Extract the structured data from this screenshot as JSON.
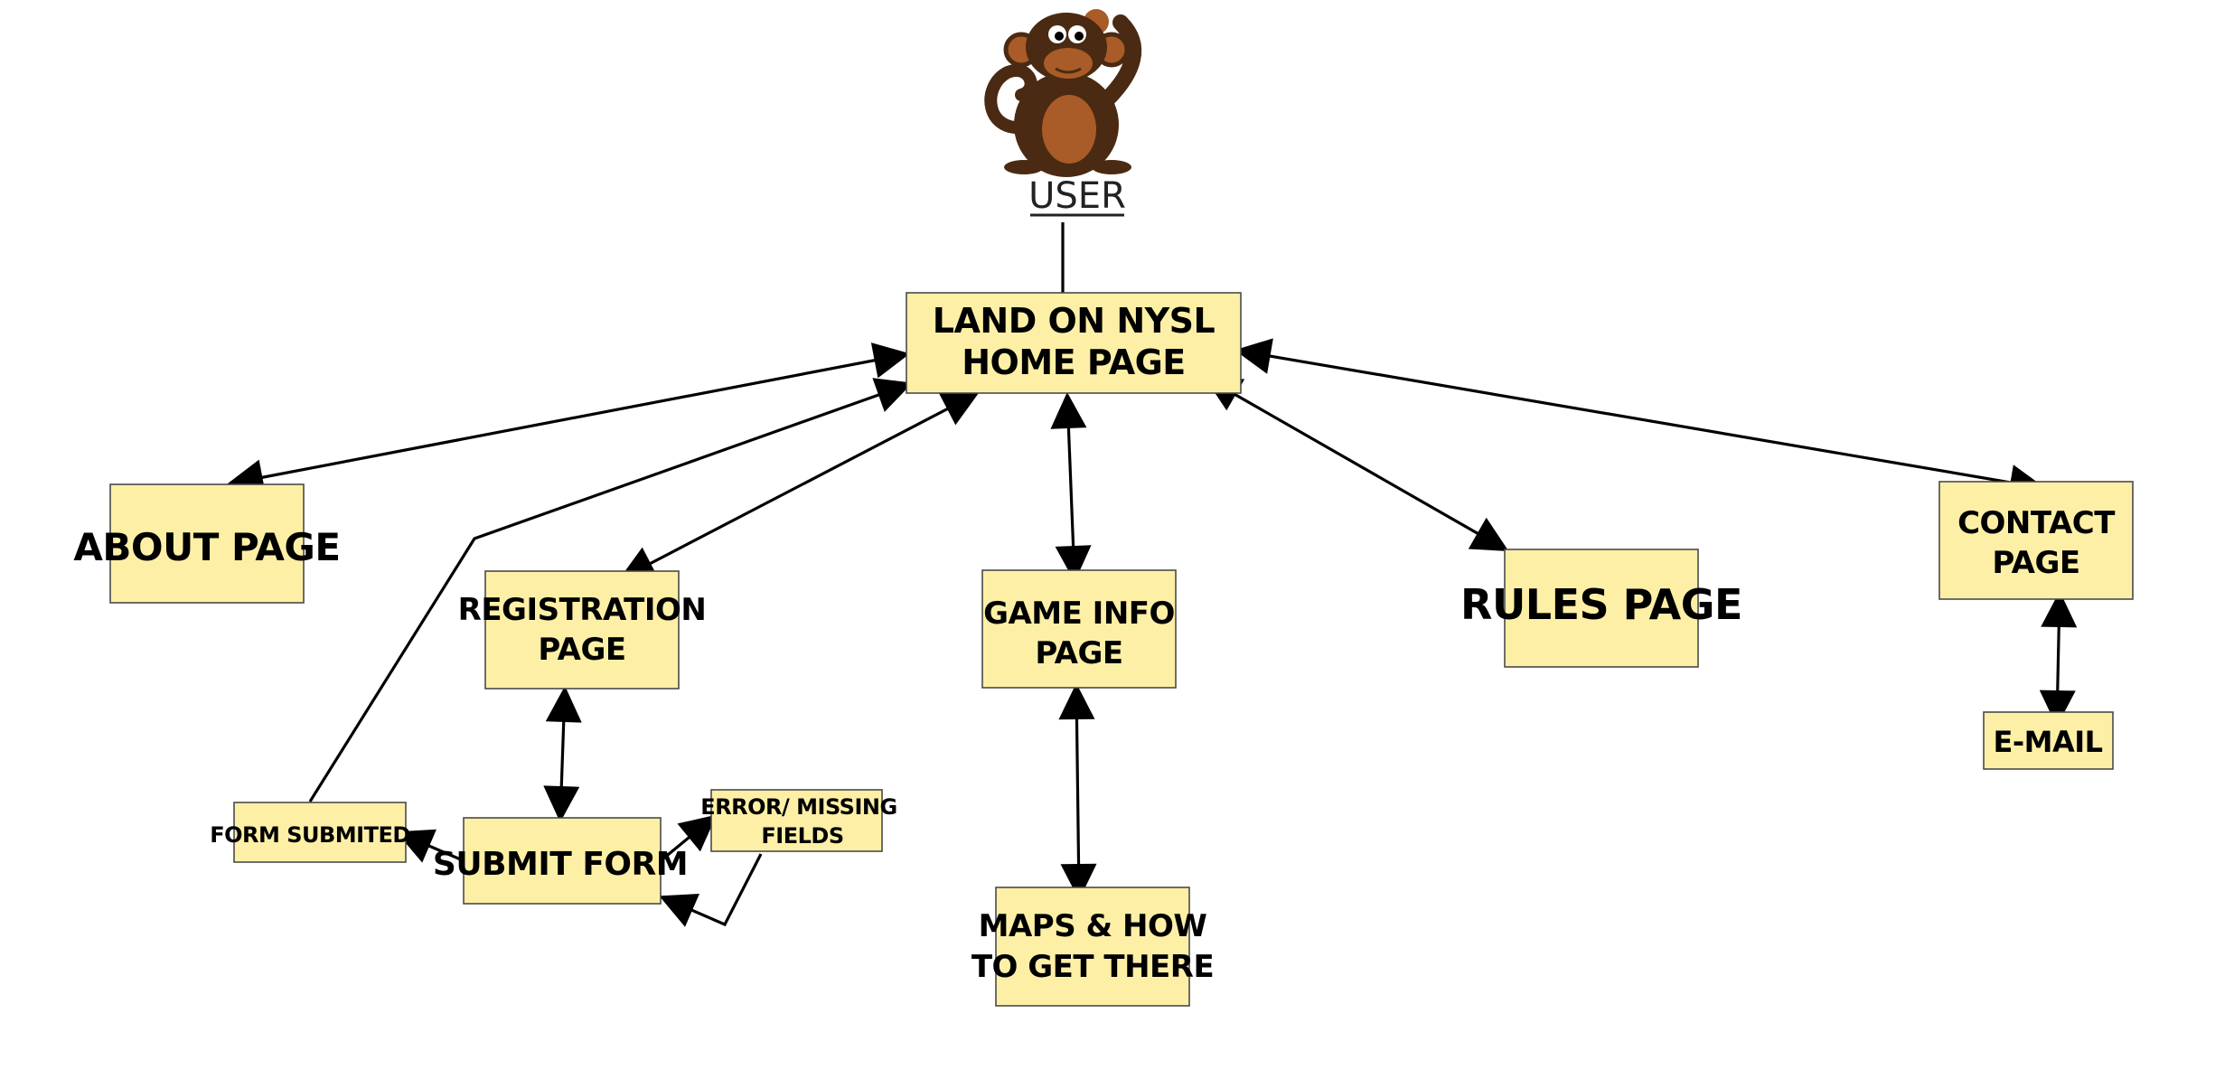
{
  "user": {
    "label": "USER",
    "icon": "monkey-icon"
  },
  "nodes": {
    "home": {
      "line1": "LAND ON NYSL",
      "line2": "HOME PAGE"
    },
    "about": {
      "line1": "ABOUT PAGE"
    },
    "registration": {
      "line1": "REGISTRATION",
      "line2": "PAGE"
    },
    "game_info": {
      "line1": "GAME INFO",
      "line2": "PAGE"
    },
    "rules": {
      "line1": "RULES PAGE"
    },
    "contact": {
      "line1": "CONTACT",
      "line2": "PAGE"
    },
    "email": {
      "line1": "E-MAIL"
    },
    "form_submitted": {
      "line1": "FORM SUBMITED"
    },
    "submit_form": {
      "line1": "SUBMIT FORM"
    },
    "error_fields": {
      "line1": "ERROR/ MISSING",
      "line2": "FIELDS"
    },
    "maps": {
      "line1": "MAPS & HOW",
      "line2": "TO GET THERE"
    }
  },
  "colors": {
    "box_fill": "#fdf0a6",
    "box_border": "#4a4a4a",
    "line": "#000000",
    "monkey_fur": "#4a2a12",
    "monkey_skin": "#a95b28"
  }
}
